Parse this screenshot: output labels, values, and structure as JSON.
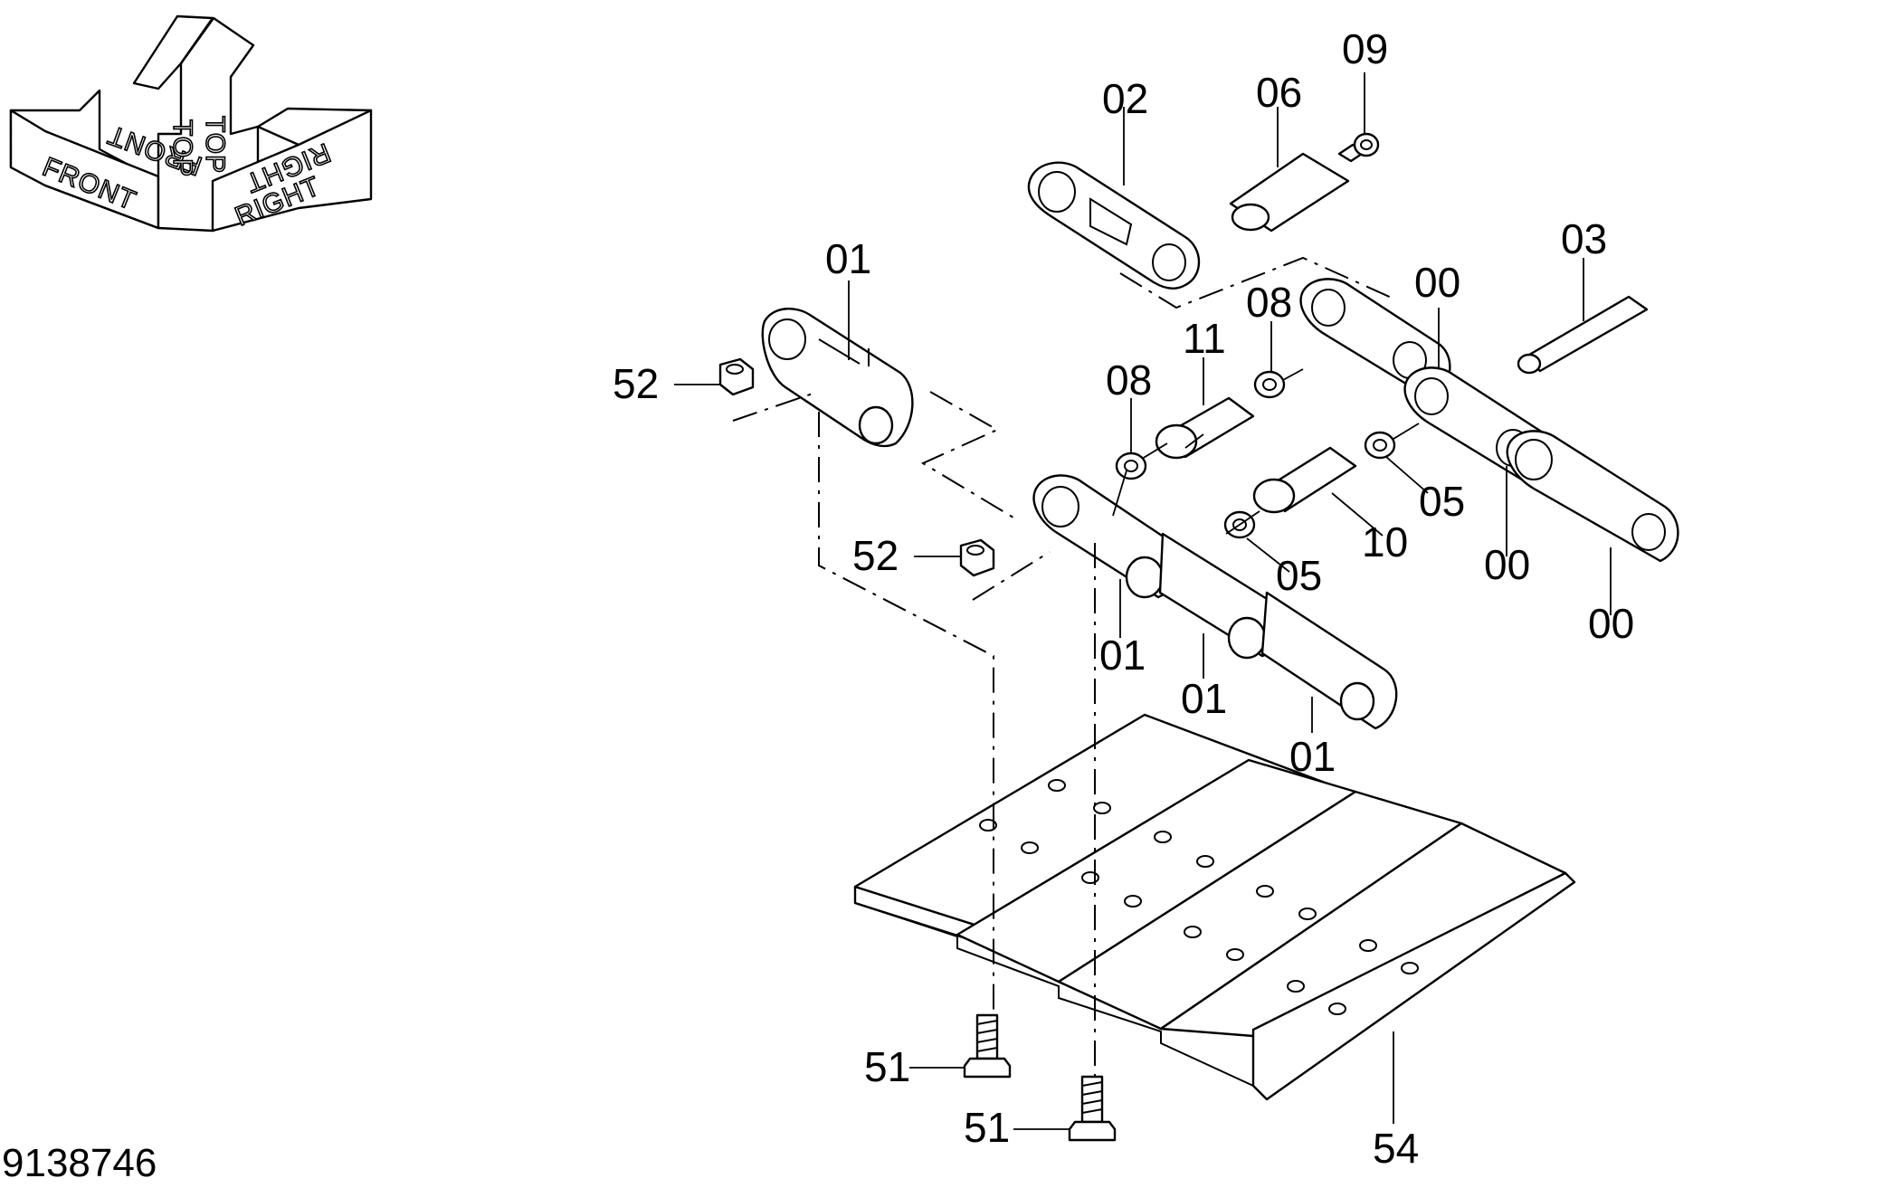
{
  "drawing_number": "9138746",
  "orientation": {
    "front": "FRONT",
    "top": "TOP",
    "right": "RIGHT"
  },
  "callouts": {
    "c02": "02",
    "c06": "06",
    "c09": "09",
    "c03": "03",
    "c01_top": "01",
    "c52_top": "52",
    "c00_a": "00",
    "c08_a": "08",
    "c11": "11",
    "c08_b": "08",
    "c05_a": "05",
    "c10": "10",
    "c05_b": "05",
    "c00_b": "00",
    "c00_c": "00",
    "c52_mid": "52",
    "c01_a": "01",
    "c01_b": "01",
    "c01_c": "01",
    "c51_a": "51",
    "c51_b": "51",
    "c54": "54"
  }
}
